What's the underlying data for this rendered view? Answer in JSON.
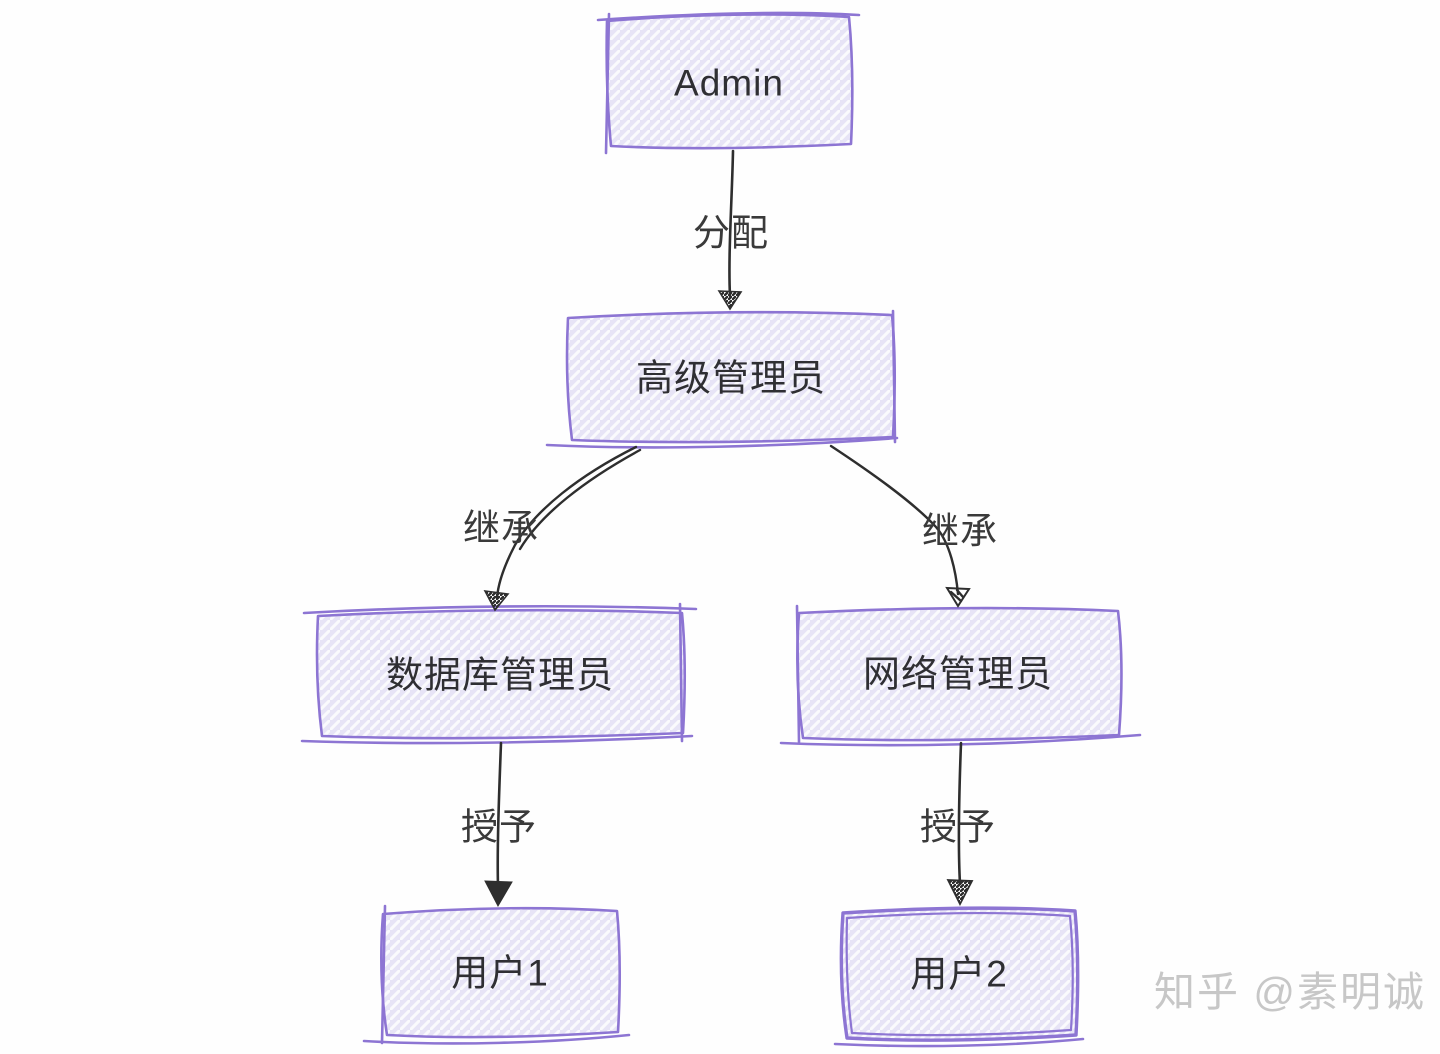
{
  "diagram": {
    "type": "flowchart",
    "style": "hand-drawn",
    "nodes": {
      "admin": {
        "label": "Admin"
      },
      "senior_admin": {
        "label": "高级管理员"
      },
      "db_admin": {
        "label": "数据库管理员"
      },
      "network_admin": {
        "label": "网络管理员"
      },
      "user1": {
        "label": "用户1"
      },
      "user2": {
        "label": "用户2"
      }
    },
    "edges": {
      "assign": {
        "from": "admin",
        "to": "senior_admin",
        "label": "分配"
      },
      "inherit_left": {
        "from": "senior_admin",
        "to": "db_admin",
        "label": "继承"
      },
      "inherit_right": {
        "from": "senior_admin",
        "to": "network_admin",
        "label": "继承"
      },
      "grant_left": {
        "from": "db_admin",
        "to": "user1",
        "label": "授予"
      },
      "grant_right": {
        "from": "network_admin",
        "to": "user2",
        "label": "授予"
      }
    },
    "colors": {
      "box_border": "#8d75d3",
      "box_fill": "#e7e4f6",
      "box_hatch": "#ffffff",
      "arrow": "#2e2e2e",
      "node_text": "#2f2f33",
      "edge_text": "#3a3a3a",
      "watermark_text": "#c7c7c7",
      "background": "#fefefe"
    },
    "watermark": {
      "text": "知乎 @素明诚"
    }
  }
}
